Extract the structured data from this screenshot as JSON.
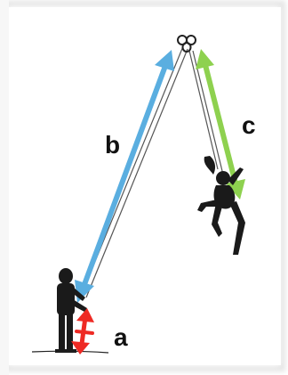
{
  "labels": {
    "a": "a",
    "b": "b",
    "c": "c"
  },
  "colors": {
    "a": "#ee2a24",
    "b": "#5aaee0",
    "c": "#8ed14f",
    "rope": "#444444",
    "figure": "#1a1a1a"
  },
  "icons": {
    "anchor": "carabiner-anchor-icon",
    "belayer": "belayer-silhouette-icon",
    "climber": "falling-climber-silhouette-icon"
  }
}
